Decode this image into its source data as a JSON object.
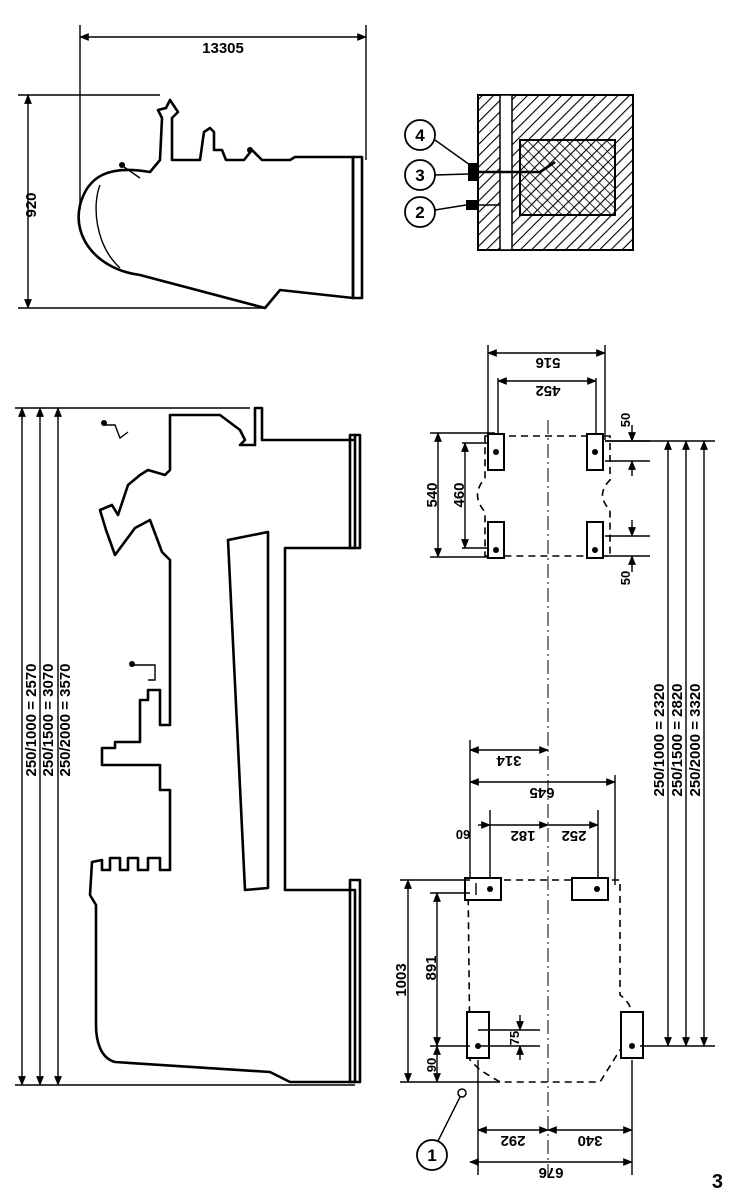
{
  "side_view": {
    "overall_height": "13305",
    "overall_width": "920"
  },
  "front_view": {
    "lengths": [
      "250/1000 = 2570",
      "250/1500 = 3070",
      "250/2000 = 3570"
    ]
  },
  "anchor_detail": {
    "callouts": [
      "4",
      "3",
      "2"
    ]
  },
  "foundation_plan": {
    "tailstock_end": {
      "outer": "516",
      "inner": "452",
      "span_outer": "540",
      "span_inner": "460",
      "offset_top": "50",
      "offset_bottom": "50"
    },
    "headstock_end": {
      "d645": "645",
      "d314": "314",
      "d60": "60",
      "d182": "182",
      "d252": "252",
      "d1003": "1003",
      "d891": "891",
      "d75": "75",
      "d90": "90",
      "d292": "292",
      "d340": "340",
      "d676": "676"
    },
    "bolt_spacings": [
      "250/1000 = 2320",
      "250/1500 = 2820",
      "250/2000 = 3320"
    ],
    "callout_1": "1"
  },
  "page_number": "3"
}
